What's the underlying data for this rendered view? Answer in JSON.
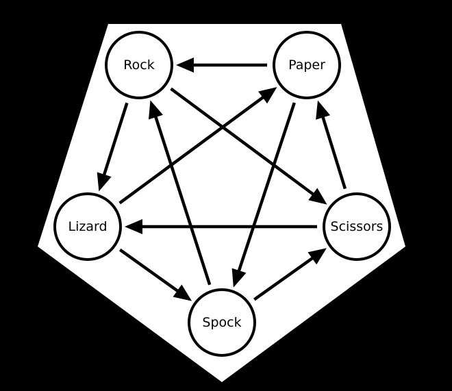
{
  "colors": {
    "background": "#000000",
    "pentagon_fill": "#ffffff",
    "stroke": "#000000"
  },
  "nodes": [
    {
      "id": "rock",
      "label": "Rock"
    },
    {
      "id": "paper",
      "label": "Paper"
    },
    {
      "id": "scissors",
      "label": "Scissors"
    },
    {
      "id": "spock",
      "label": "Spock"
    },
    {
      "id": "lizard",
      "label": "Lizard"
    }
  ],
  "edges": [
    {
      "from": "paper",
      "to": "rock"
    },
    {
      "from": "rock",
      "to": "lizard"
    },
    {
      "from": "rock",
      "to": "scissors"
    },
    {
      "from": "lizard",
      "to": "paper"
    },
    {
      "from": "paper",
      "to": "spock"
    },
    {
      "from": "scissors",
      "to": "paper"
    },
    {
      "from": "scissors",
      "to": "lizard"
    },
    {
      "from": "lizard",
      "to": "spock"
    },
    {
      "from": "spock",
      "to": "rock"
    },
    {
      "from": "spock",
      "to": "scissors"
    }
  ]
}
